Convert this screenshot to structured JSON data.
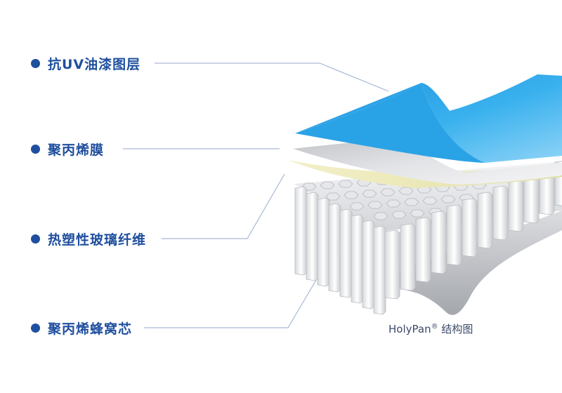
{
  "layers": [
    {
      "label": "抗UV油漆图层",
      "color": "#1f9be0"
    },
    {
      "label": "聚丙烯膜",
      "color": "#d4d6da"
    },
    {
      "label": "热塑性玻璃纤维",
      "color": "#ece9b8"
    },
    {
      "label": "聚丙烯蜂窝芯",
      "color": "#e9eaec"
    }
  ],
  "caption": {
    "brand": "HolyPan",
    "mark": "®",
    "suffix": " 结构图"
  },
  "colors": {
    "label_text": "#1f4f9e",
    "leader_line": "#a9b8d6"
  }
}
